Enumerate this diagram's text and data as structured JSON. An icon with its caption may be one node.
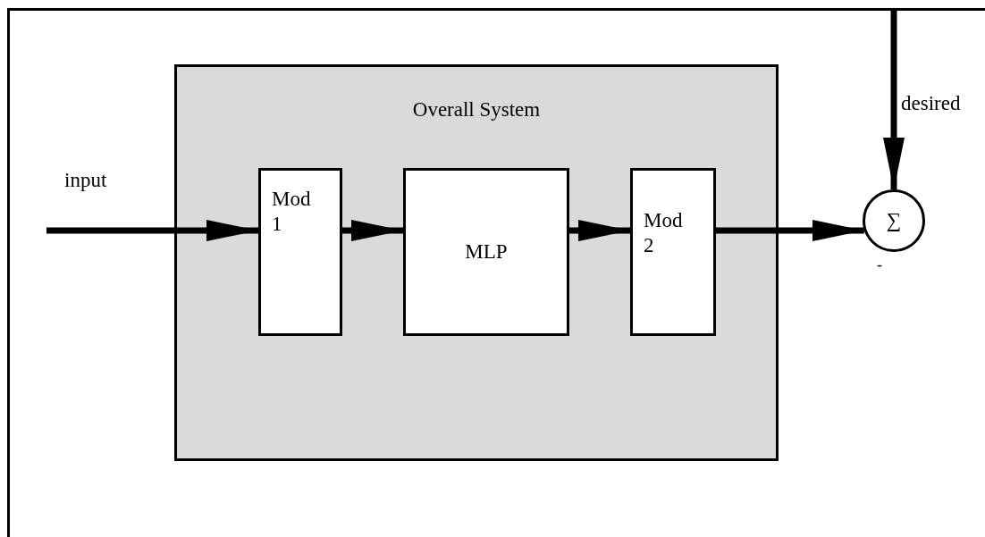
{
  "diagram": {
    "nodes": [
      {
        "text": [
          "Overall System"
        ]
      },
      {
        "text": [
          "Mod 1"
        ],
        "in": 0
      },
      {
        "text": [
          "MLP"
        ],
        "in": 0
      },
      {
        "text": [
          "Mod 2"
        ],
        "in": 0
      },
      {
        "text": [
          "∑"
        ],
        "beside": [
          "-"
        ]
      }
    ],
    "edges": [
      {
        "from": null,
        "to": 1,
        "arrow": "to",
        "label": "input"
      },
      {
        "from": 1,
        "to": 2,
        "arrow": "to"
      },
      {
        "from": 2,
        "to": 3,
        "arrow": "to"
      },
      {
        "from": 3,
        "to": 4,
        "arrow": "to"
      },
      {
        "from": null,
        "to": 4,
        "arrow": "to",
        "label": "desired"
      }
    ]
  }
}
